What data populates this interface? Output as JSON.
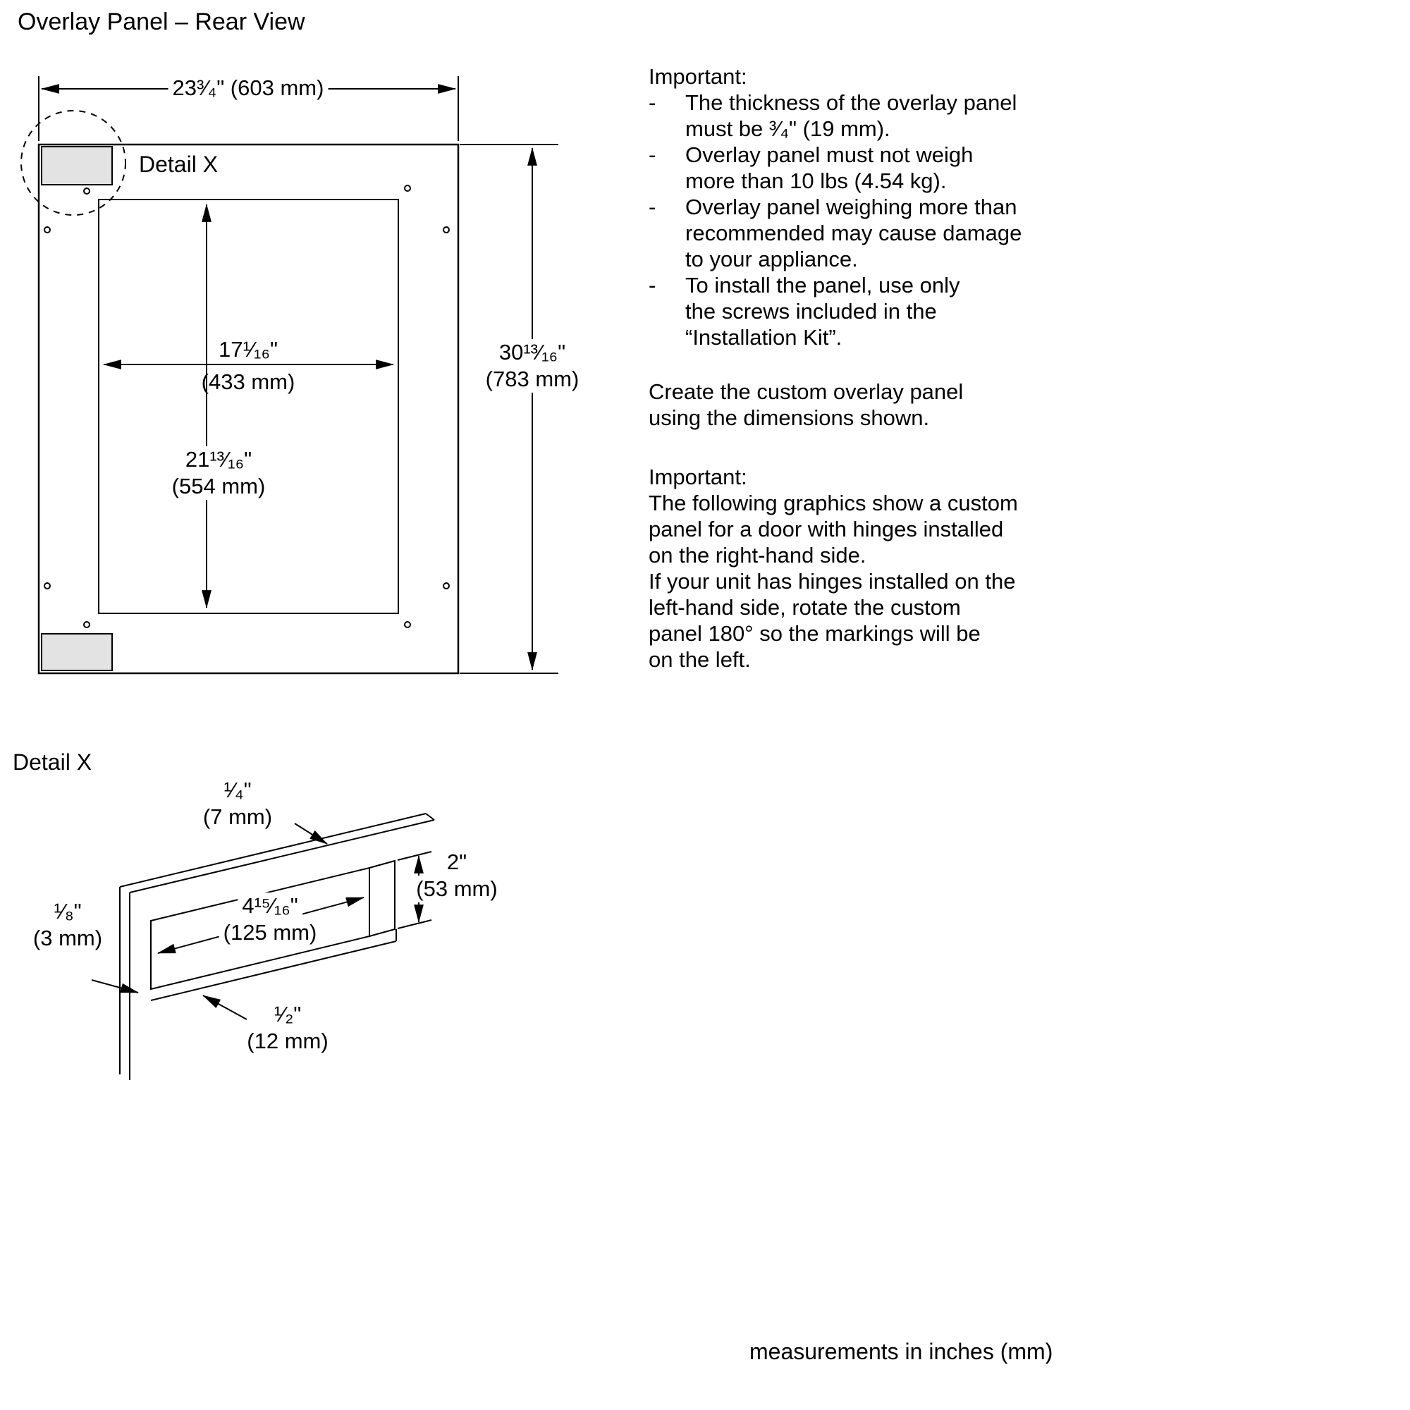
{
  "page": {
    "title": "Overlay Panel – Rear View",
    "footer_note": "measurements in inches (mm)",
    "bullet_marker": "-"
  },
  "colors": {
    "line": "#000000",
    "plate_fill": "#e3e3e3",
    "background": "#ffffff"
  },
  "rear_view": {
    "detail_callout": "Detail X",
    "dims": {
      "outer_width": "23³⁄₄\" (603 mm)",
      "outer_height_in": "30¹³⁄₁₆\"",
      "outer_height_mm": "(783 mm)",
      "inner_width_in": "17¹⁄₁₆\"",
      "inner_width_mm": "(433 mm)",
      "inner_height_in": "21¹³⁄₁₆\"",
      "inner_height_mm": "(554 mm)"
    }
  },
  "notes": {
    "important1_heading": "Important:",
    "bullets": [
      "The thickness of the overlay panel\nmust be ³⁄₄\" (19 mm).",
      "Overlay panel must not weigh\nmore than 10 lbs (4.54 kg).",
      "Overlay panel weighing more than\nrecommended may cause damage\nto your appliance.",
      "To install the panel, use only\nthe screws included in the\n“Installation Kit”."
    ],
    "create_text": "Create the custom overlay panel\nusing the dimensions shown.",
    "important2_heading": "Important:",
    "hinge_text": "The following graphics show a custom\npanel for a door with hinges installed\non the right-hand side.\nIf your unit has hinges installed on the\nleft-hand side, rotate the custom\npanel 180° so the markings will be\non the left."
  },
  "detail_x": {
    "heading": "Detail X",
    "dims": {
      "top_gap_in": "¹⁄₄\"",
      "top_gap_mm": "(7 mm)",
      "pocket_width_in": "4¹⁵⁄₁₆\"",
      "pocket_width_mm": "(125 mm)",
      "pocket_height_in": "2\"",
      "pocket_height_mm": "(53 mm)",
      "edge_in": "¹⁄₈\"",
      "edge_mm": "(3 mm)",
      "lip_in": "¹⁄₂\"",
      "lip_mm": "(12 mm)"
    }
  }
}
